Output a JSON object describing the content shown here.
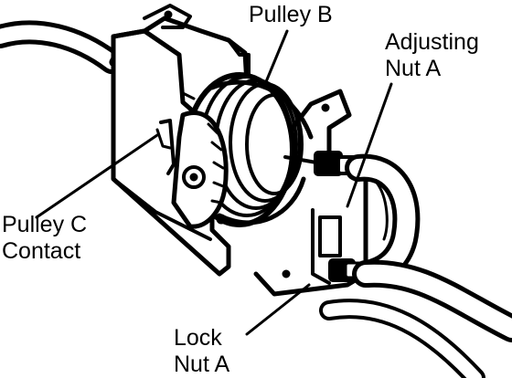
{
  "labels": {
    "pulley_b": "Pulley B",
    "adjusting_nut_a": [
      "Adjusting",
      "Nut A"
    ],
    "pulley_c_contact": [
      "Pulley C",
      "Contact"
    ],
    "lock_nut_a": [
      "Lock",
      "Nut A"
    ]
  },
  "colors": {
    "ink": "#000000",
    "paper": "#ffffff"
  }
}
